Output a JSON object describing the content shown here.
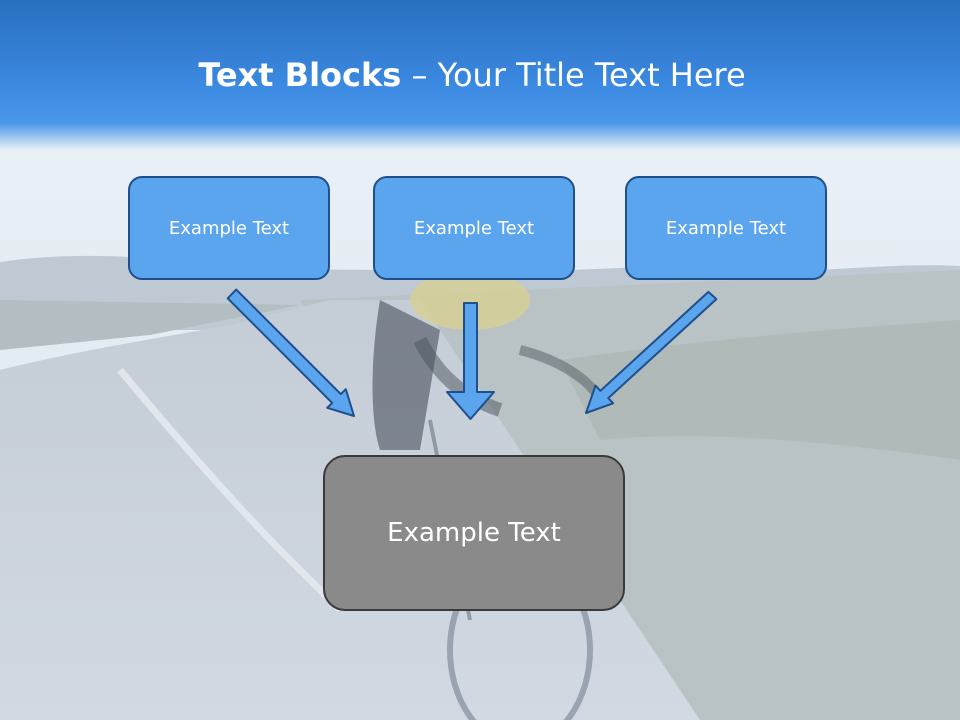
{
  "slide": {
    "title_bold": "Text Blocks",
    "title_dash": " – ",
    "title_rest": "Your Title Text Here"
  },
  "boxes": {
    "top_left": "Example Text",
    "top_center": "Example Text",
    "top_right": "Example Text",
    "bottom": "Example Text"
  },
  "colors": {
    "title_band": "#3a88e0",
    "box_fill": "#5ba4ee",
    "box_border": "#1f4f8c",
    "arrow_fill": "#5ba4ee",
    "bottom_box_fill": "#8a8a8a"
  },
  "background_image": "cyclist-on-road-photo"
}
